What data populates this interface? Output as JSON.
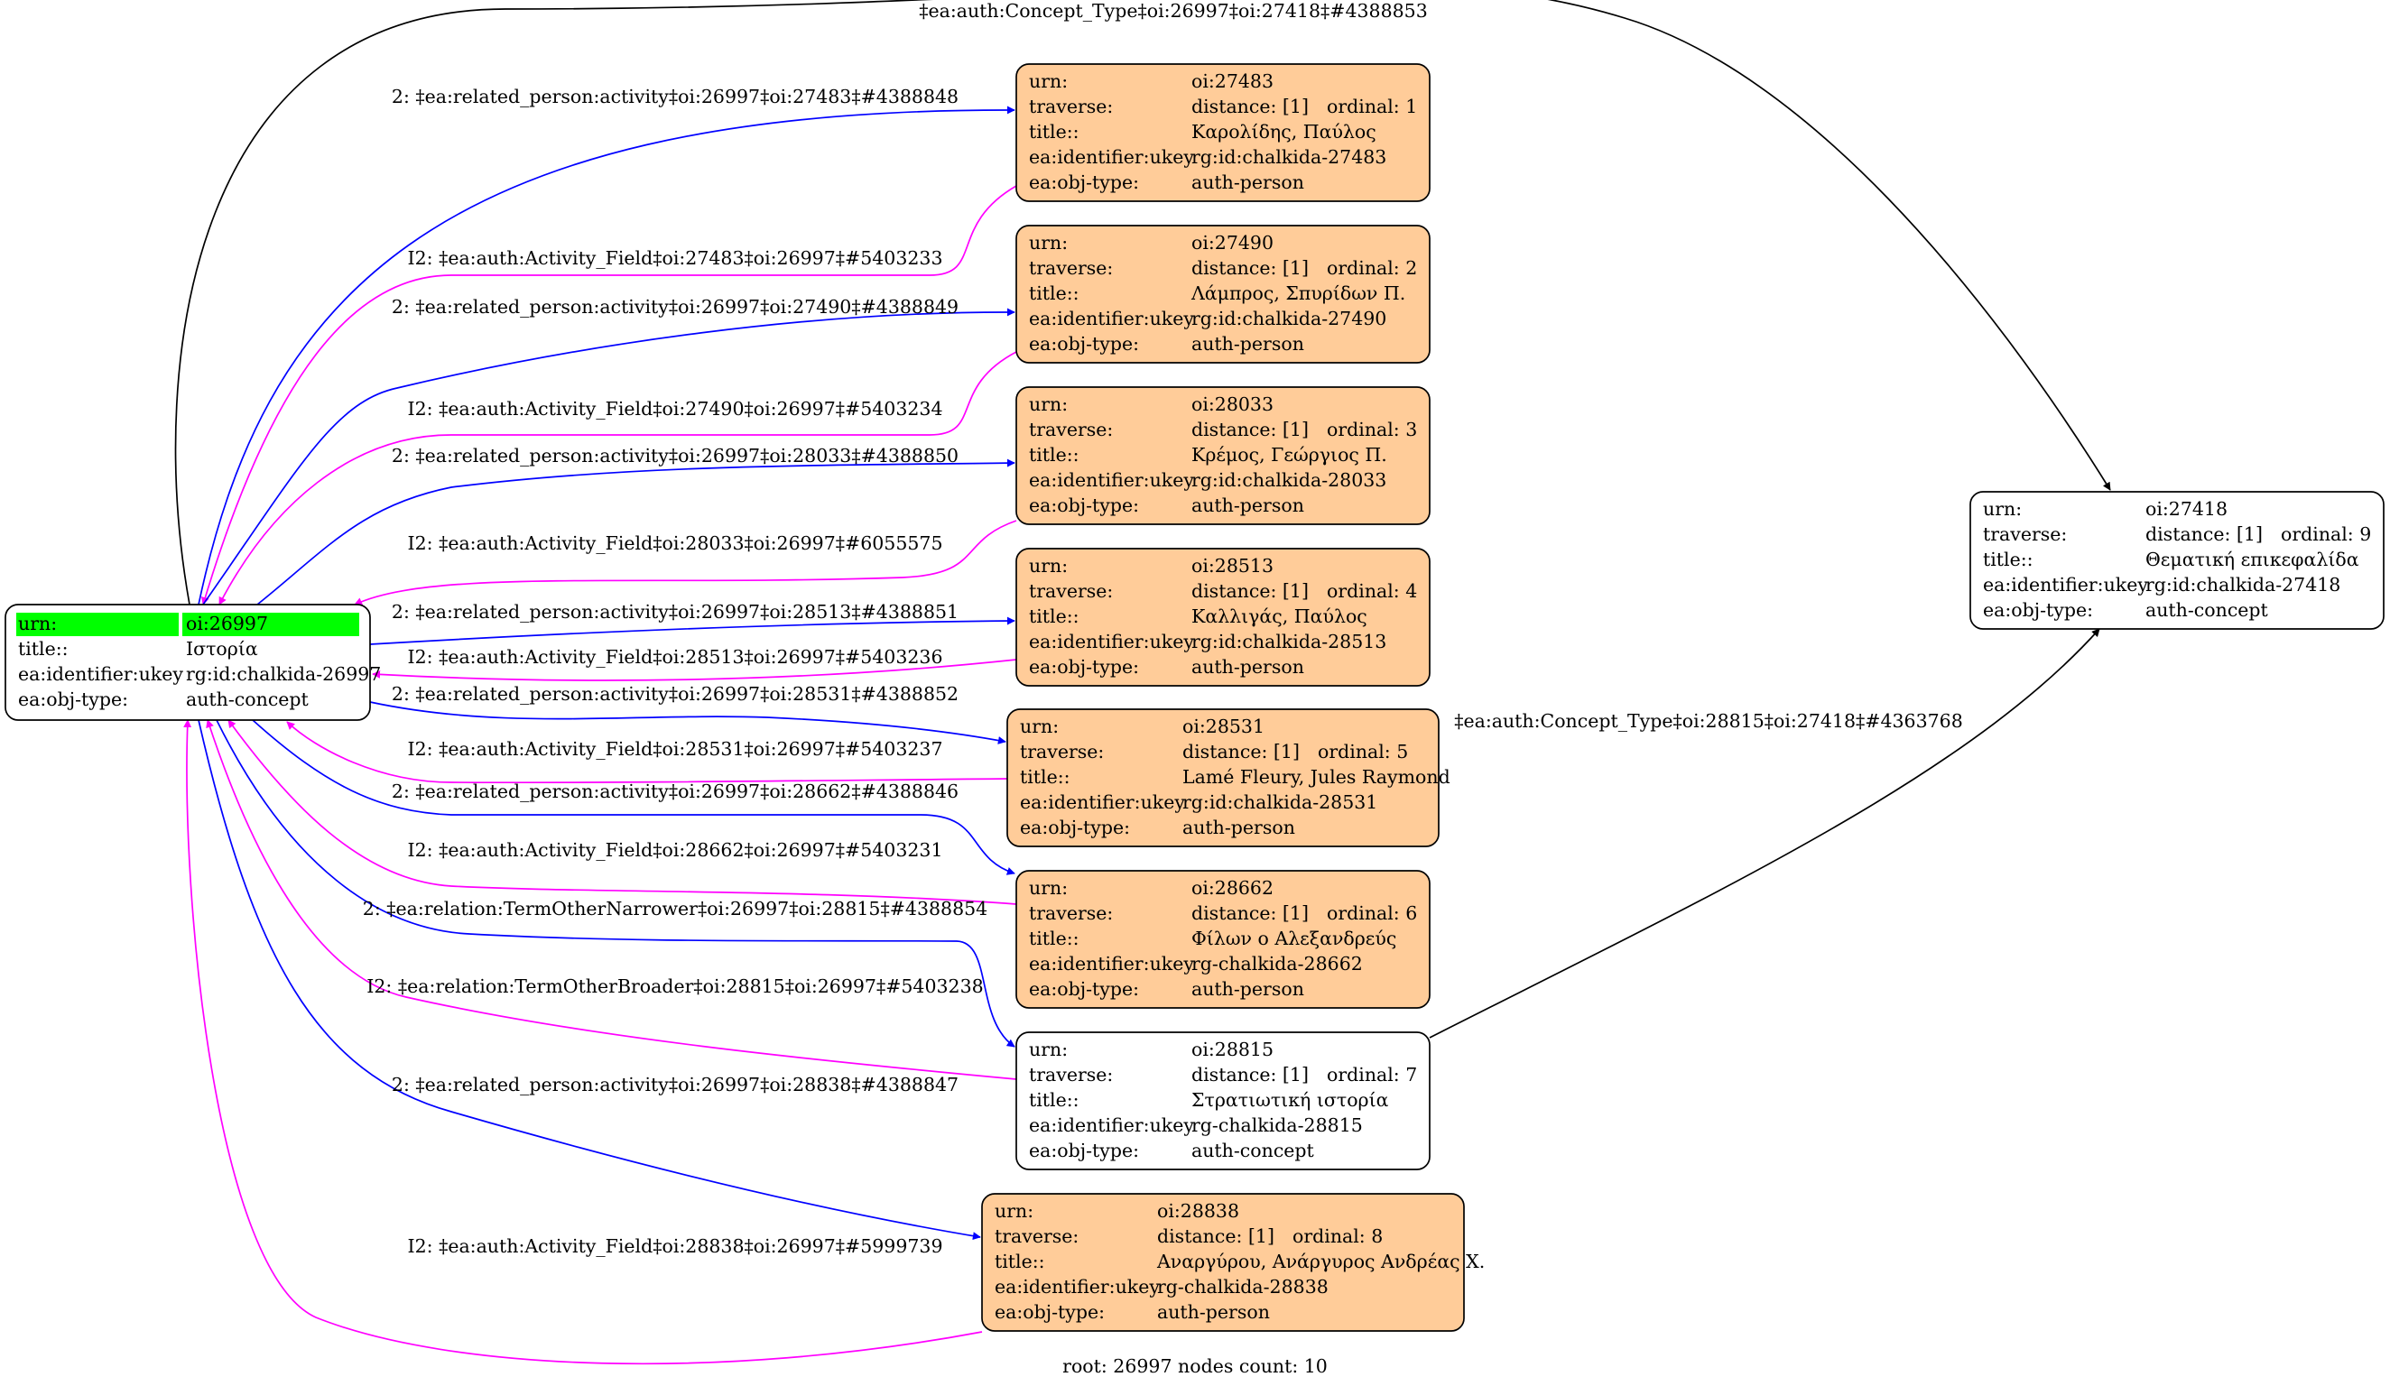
{
  "graph": {
    "footer": "root: 26997 nodes count: 10",
    "colors": {
      "person_fill": "#ffcc99",
      "concept_fill": "#ffffff",
      "root_highlight": "#00ff00",
      "edge_forward": "#0000ff",
      "edge_reverse": "#ff00ff",
      "edge_other": "#000000",
      "node_stroke": "#000000"
    },
    "nodes": [
      {
        "id": "n26997",
        "kind": "root",
        "rows": [
          [
            "urn:",
            "oi:26997"
          ],
          [
            "title::",
            "Ιστορία"
          ],
          [
            "ea:identifier:ukey",
            "rg:id:chalkida-26997"
          ],
          [
            "ea:obj-type:",
            "auth-concept"
          ]
        ]
      },
      {
        "id": "n27483",
        "kind": "person",
        "rows": [
          [
            "urn:",
            "oi:27483"
          ],
          [
            "traverse:",
            "distance: [1]",
            "ordinal: 1"
          ],
          [
            "title::",
            "Καρολίδης, Παύλος"
          ],
          [
            "ea:identifier:ukey",
            "rg:id:chalkida-27483"
          ],
          [
            "ea:obj-type:",
            "auth-person"
          ]
        ]
      },
      {
        "id": "n27490",
        "kind": "person",
        "rows": [
          [
            "urn:",
            "oi:27490"
          ],
          [
            "traverse:",
            "distance: [1]",
            "ordinal: 2"
          ],
          [
            "title::",
            "Λάμπρος, Σπυρίδων Π."
          ],
          [
            "ea:identifier:ukey",
            "rg:id:chalkida-27490"
          ],
          [
            "ea:obj-type:",
            "auth-person"
          ]
        ]
      },
      {
        "id": "n28033",
        "kind": "person",
        "rows": [
          [
            "urn:",
            "oi:28033"
          ],
          [
            "traverse:",
            "distance: [1]",
            "ordinal: 3"
          ],
          [
            "title::",
            "Κρέμος, Γεώργιος Π."
          ],
          [
            "ea:identifier:ukey",
            "rg:id:chalkida-28033"
          ],
          [
            "ea:obj-type:",
            "auth-person"
          ]
        ]
      },
      {
        "id": "n28513",
        "kind": "person",
        "rows": [
          [
            "urn:",
            "oi:28513"
          ],
          [
            "traverse:",
            "distance: [1]",
            "ordinal: 4"
          ],
          [
            "title::",
            "Καλλιγάς, Παύλος"
          ],
          [
            "ea:identifier:ukey",
            "rg:id:chalkida-28513"
          ],
          [
            "ea:obj-type:",
            "auth-person"
          ]
        ]
      },
      {
        "id": "n28531",
        "kind": "person",
        "rows": [
          [
            "urn:",
            "oi:28531"
          ],
          [
            "traverse:",
            "distance: [1]",
            "ordinal: 5"
          ],
          [
            "title::",
            "Lamé Fleury, Jules Raymond"
          ],
          [
            "ea:identifier:ukey",
            "rg:id:chalkida-28531"
          ],
          [
            "ea:obj-type:",
            "auth-person"
          ]
        ]
      },
      {
        "id": "n28662",
        "kind": "person",
        "rows": [
          [
            "urn:",
            "oi:28662"
          ],
          [
            "traverse:",
            "distance: [1]",
            "ordinal: 6"
          ],
          [
            "title::",
            "Φίλων ο Αλεξανδρεύς"
          ],
          [
            "ea:identifier:ukey",
            "rg-chalkida-28662"
          ],
          [
            "ea:obj-type:",
            "auth-person"
          ]
        ]
      },
      {
        "id": "n28815",
        "kind": "concept",
        "rows": [
          [
            "urn:",
            "oi:28815"
          ],
          [
            "traverse:",
            "distance: [1]",
            "ordinal: 7"
          ],
          [
            "title::",
            "Στρατιωτική ιστορία"
          ],
          [
            "ea:identifier:ukey",
            "rg-chalkida-28815"
          ],
          [
            "ea:obj-type:",
            "auth-concept"
          ]
        ]
      },
      {
        "id": "n28838",
        "kind": "person",
        "rows": [
          [
            "urn:",
            "oi:28838"
          ],
          [
            "traverse:",
            "distance: [1]",
            "ordinal: 8"
          ],
          [
            "title::",
            "Αναργύρου, Ανάργυρος Ανδρέας Χ."
          ],
          [
            "ea:identifier:ukey",
            "rg-chalkida-28838"
          ],
          [
            "ea:obj-type:",
            "auth-person"
          ]
        ]
      },
      {
        "id": "n27418",
        "kind": "concept",
        "rows": [
          [
            "urn:",
            "oi:27418"
          ],
          [
            "traverse:",
            "distance: [1]",
            "ordinal: 9"
          ],
          [
            "title::",
            "Θεματική επικεφαλίδα"
          ],
          [
            "ea:identifier:ukey",
            "rg:id:chalkida-27418"
          ],
          [
            "ea:obj-type:",
            "auth-concept"
          ]
        ]
      }
    ],
    "edges": [
      {
        "id": "e1",
        "kind": "other",
        "label": "‡ea:auth:Concept_Type‡oi:26997‡oi:27418‡#4388853"
      },
      {
        "id": "e2",
        "kind": "forward",
        "label": "2: ‡ea:related_person:activity‡oi:26997‡oi:27483‡#4388848"
      },
      {
        "id": "e3",
        "kind": "reverse",
        "label": "I2: ‡ea:auth:Activity_Field‡oi:27483‡oi:26997‡#5403233"
      },
      {
        "id": "e4",
        "kind": "forward",
        "label": "2: ‡ea:related_person:activity‡oi:26997‡oi:27490‡#4388849"
      },
      {
        "id": "e5",
        "kind": "reverse",
        "label": "I2: ‡ea:auth:Activity_Field‡oi:27490‡oi:26997‡#5403234"
      },
      {
        "id": "e6",
        "kind": "forward",
        "label": "2: ‡ea:related_person:activity‡oi:26997‡oi:28033‡#4388850"
      },
      {
        "id": "e7",
        "kind": "reverse",
        "label": "I2: ‡ea:auth:Activity_Field‡oi:28033‡oi:26997‡#6055575"
      },
      {
        "id": "e8",
        "kind": "forward",
        "label": "2: ‡ea:related_person:activity‡oi:26997‡oi:28513‡#4388851"
      },
      {
        "id": "e9",
        "kind": "reverse",
        "label": "I2: ‡ea:auth:Activity_Field‡oi:28513‡oi:26997‡#5403236"
      },
      {
        "id": "e10",
        "kind": "forward",
        "label": "2: ‡ea:related_person:activity‡oi:26997‡oi:28531‡#4388852"
      },
      {
        "id": "e11",
        "kind": "reverse",
        "label": "I2: ‡ea:auth:Activity_Field‡oi:28531‡oi:26997‡#5403237"
      },
      {
        "id": "e12",
        "kind": "forward",
        "label": "2: ‡ea:related_person:activity‡oi:26997‡oi:28662‡#4388846"
      },
      {
        "id": "e13",
        "kind": "reverse",
        "label": "I2: ‡ea:auth:Activity_Field‡oi:28662‡oi:26997‡#5403231"
      },
      {
        "id": "e14",
        "kind": "forward",
        "label": "2: ‡ea:relation:TermOtherNarrower‡oi:26997‡oi:28815‡#4388854"
      },
      {
        "id": "e15",
        "kind": "reverse",
        "label": "I2: ‡ea:relation:TermOtherBroader‡oi:28815‡oi:26997‡#5403238"
      },
      {
        "id": "e16",
        "kind": "forward",
        "label": "2: ‡ea:related_person:activity‡oi:26997‡oi:28838‡#4388847"
      },
      {
        "id": "e17",
        "kind": "reverse",
        "label": "I2: ‡ea:auth:Activity_Field‡oi:28838‡oi:26997‡#5999739"
      },
      {
        "id": "e18",
        "kind": "other",
        "label": "‡ea:auth:Concept_Type‡oi:28815‡oi:27418‡#4363768"
      }
    ]
  }
}
